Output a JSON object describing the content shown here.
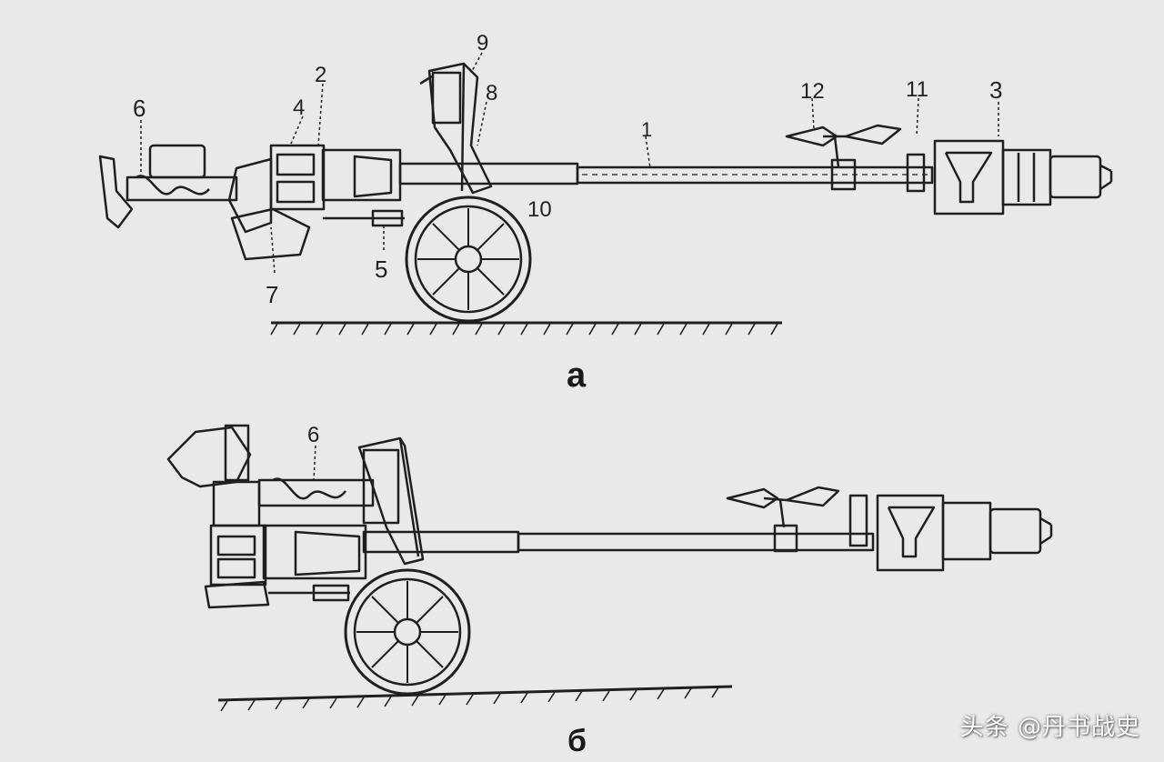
{
  "diagram": {
    "view_a": {
      "caption": "a",
      "labels": {
        "l1": "1",
        "l2": "2",
        "l3": "3",
        "l4": "4",
        "l5": "5",
        "l6": "6",
        "l7": "7",
        "l8": "8",
        "l9": "9",
        "l10": "10",
        "l11": "11",
        "l12": "12"
      }
    },
    "view_b": {
      "caption": "б",
      "labels": {
        "l6": "6"
      }
    }
  },
  "watermark": {
    "text": "头条 @丹书战史"
  },
  "colors": {
    "background": "#e9e9e9",
    "ink": "#1f1f1f",
    "watermark": "#ffffff"
  }
}
